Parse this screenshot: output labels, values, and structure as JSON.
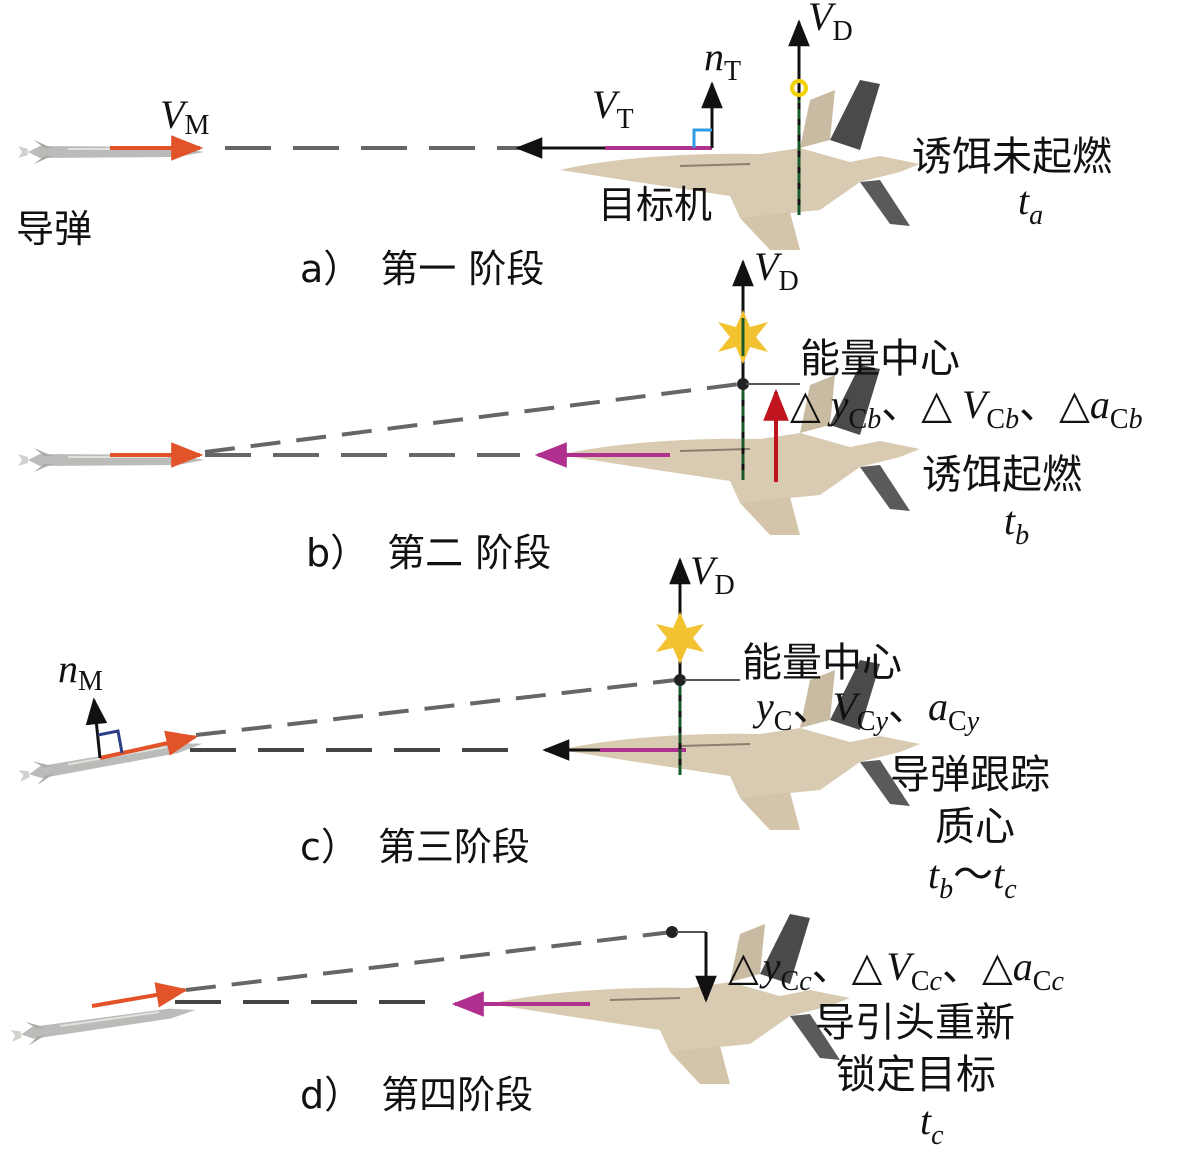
{
  "labels": {
    "missile": "导弹",
    "target_aircraft": "目标机",
    "flare_not_ignited": "诱饵未起燃",
    "flare_ignited": "诱饵起燃",
    "energy_center": "能量中心",
    "missile_tracks_1": "导弹跟踪",
    "missile_tracks_2": "质心",
    "seeker_relock_1": "导引头重新",
    "seeker_relock_2": "锁定目标"
  },
  "stages": {
    "a": "a）　第一 阶段",
    "b": "b）　第二 阶段",
    "c": "c）　第三阶段",
    "d": "d）　第四阶段"
  },
  "symbols": {
    "V": "V",
    "n": "n",
    "t": "t",
    "y": "y",
    "a": "a",
    "sub_M": "M",
    "sub_T": "T",
    "sub_D": "D",
    "ta_sub": "a",
    "tb_sub": "b",
    "tc_sub": "c",
    "tilde": "～",
    "delta": "△",
    "sep": "、",
    "C": "C",
    "b": "b",
    "c": "c",
    "cy": "y"
  },
  "colors": {
    "missile_vector": "#e2532a",
    "target_vector": "#b0308f",
    "decoy_vector": "#c0151f",
    "flare_yellow": "#f2c230",
    "dashed_line": "#666666",
    "aircraft_body": "#d9cbb2",
    "aircraft_dark": "#4a4a4a",
    "right_angle": "#2f9be0"
  }
}
